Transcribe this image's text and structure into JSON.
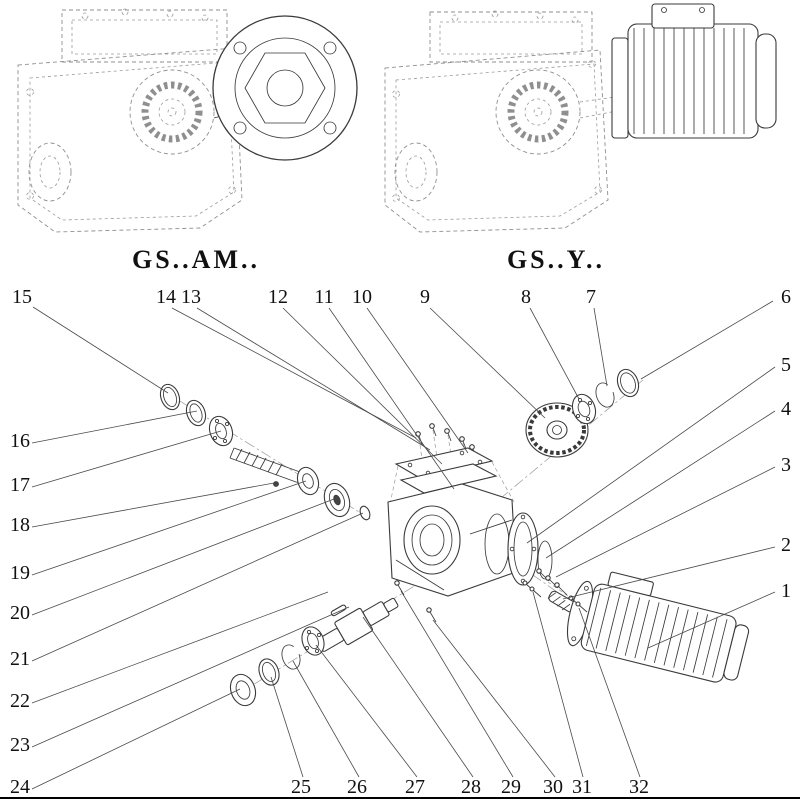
{
  "variants": [
    {
      "label": "GS..AM.."
    },
    {
      "label": "GS..Y.."
    }
  ],
  "callouts": [
    {
      "n": "1",
      "t": [
        786,
        597
      ],
      "l": [
        775,
        592,
        648,
        648
      ]
    },
    {
      "n": "2",
      "t": [
        786,
        551
      ],
      "l": [
        775,
        547,
        563,
        599
      ]
    },
    {
      "n": "3",
      "t": [
        786,
        471
      ],
      "l": [
        775,
        467,
        556,
        577
      ]
    },
    {
      "n": "4",
      "t": [
        786,
        415
      ],
      "l": [
        775,
        411,
        546,
        558
      ]
    },
    {
      "n": "5",
      "t": [
        786,
        371
      ],
      "l": [
        775,
        367,
        527,
        543
      ]
    },
    {
      "n": "6",
      "t": [
        786,
        303
      ],
      "l": [
        773,
        301,
        641,
        379
      ]
    },
    {
      "n": "7",
      "t": [
        591,
        303
      ],
      "l": [
        594,
        308,
        607,
        386
      ]
    },
    {
      "n": "8",
      "t": [
        526,
        303
      ],
      "l": [
        530,
        308,
        579,
        399
      ]
    },
    {
      "n": "9",
      "t": [
        425,
        303
      ],
      "l": [
        430,
        308,
        545,
        418
      ]
    },
    {
      "n": "10",
      "t": [
        362,
        303
      ],
      "l": [
        367,
        308,
        468,
        453
      ]
    },
    {
      "n": "11",
      "t": [
        324,
        303
      ],
      "l": [
        329,
        308,
        454,
        489
      ]
    },
    {
      "n": "12",
      "t": [
        278,
        303
      ],
      "l": [
        283,
        308,
        442,
        464
      ]
    },
    {
      "n": "13",
      "t": [
        191,
        303
      ],
      "l": [
        197,
        308,
        430,
        450
      ]
    },
    {
      "n": "14",
      "t": [
        166,
        303
      ],
      "l": [
        172,
        308,
        416,
        438
      ]
    },
    {
      "n": "15",
      "t": [
        22,
        303
      ],
      "l": [
        33,
        307,
        168,
        393
      ]
    },
    {
      "n": "16",
      "t": [
        20,
        447
      ],
      "l": [
        32,
        443,
        197,
        411
      ]
    },
    {
      "n": "17",
      "t": [
        20,
        491
      ],
      "l": [
        32,
        487,
        221,
        431
      ]
    },
    {
      "n": "18",
      "t": [
        20,
        531
      ],
      "l": [
        32,
        527,
        274,
        483
      ]
    },
    {
      "n": "19",
      "t": [
        20,
        579
      ],
      "l": [
        32,
        575,
        306,
        481
      ]
    },
    {
      "n": "20",
      "t": [
        20,
        619
      ],
      "l": [
        32,
        615,
        334,
        499
      ]
    },
    {
      "n": "21",
      "t": [
        20,
        665
      ],
      "l": [
        32,
        661,
        363,
        513
      ]
    },
    {
      "n": "22",
      "t": [
        20,
        707
      ],
      "l": [
        32,
        703,
        328,
        592
      ]
    },
    {
      "n": "23",
      "t": [
        20,
        751
      ],
      "l": [
        32,
        747,
        349,
        607
      ]
    },
    {
      "n": "24",
      "t": [
        20,
        793
      ],
      "l": [
        32,
        789,
        240,
        689
      ]
    },
    {
      "n": "25",
      "t": [
        301,
        793
      ],
      "l": [
        303,
        777,
        271,
        677
      ]
    },
    {
      "n": "26",
      "t": [
        357,
        793
      ],
      "l": [
        359,
        777,
        293,
        661
      ]
    },
    {
      "n": "27",
      "t": [
        415,
        793
      ],
      "l": [
        417,
        777,
        316,
        645
      ]
    },
    {
      "n": "28",
      "t": [
        471,
        793
      ],
      "l": [
        473,
        777,
        363,
        617
      ]
    },
    {
      "n": "29",
      "t": [
        511,
        793
      ],
      "l": [
        513,
        777,
        401,
        591
      ]
    },
    {
      "n": "30",
      "t": [
        553,
        793
      ],
      "l": [
        555,
        777,
        433,
        620
      ]
    },
    {
      "n": "31",
      "t": [
        582,
        793
      ],
      "l": [
        583,
        777,
        533,
        592
      ]
    },
    {
      "n": "32",
      "t": [
        639,
        793
      ],
      "l": [
        640,
        777,
        579,
        608
      ]
    }
  ]
}
